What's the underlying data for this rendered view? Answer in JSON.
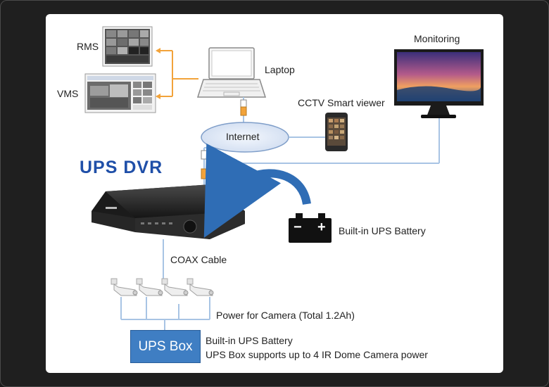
{
  "diagram": {
    "title": "UPS DVR",
    "labels": {
      "rms": "RMS",
      "vms": "VMS",
      "laptop": "Laptop",
      "monitoring": "Monitoring",
      "cctv_viewer": "CCTV Smart viewer",
      "internet": "Internet",
      "battery": "Built-in UPS Battery",
      "coax": "COAX Cable",
      "camera_power": "Power for Camera (Total 1.2Ah)",
      "ups_box": "UPS Box",
      "box_battery": "Built-in UPS Battery",
      "box_note": "UPS Box supports up to 4 IR Dome Camera power"
    },
    "battery_symbols": {
      "minus": "−",
      "plus": "+"
    }
  },
  "colors": {
    "title": "#1f4fa8",
    "ups_box": "#3f7ec3",
    "internet_fill": "#dfe9f7",
    "connector_orange": "#f2a33a",
    "line_blue": "#a8c4e4",
    "arrow_blue": "#2f6db5"
  }
}
